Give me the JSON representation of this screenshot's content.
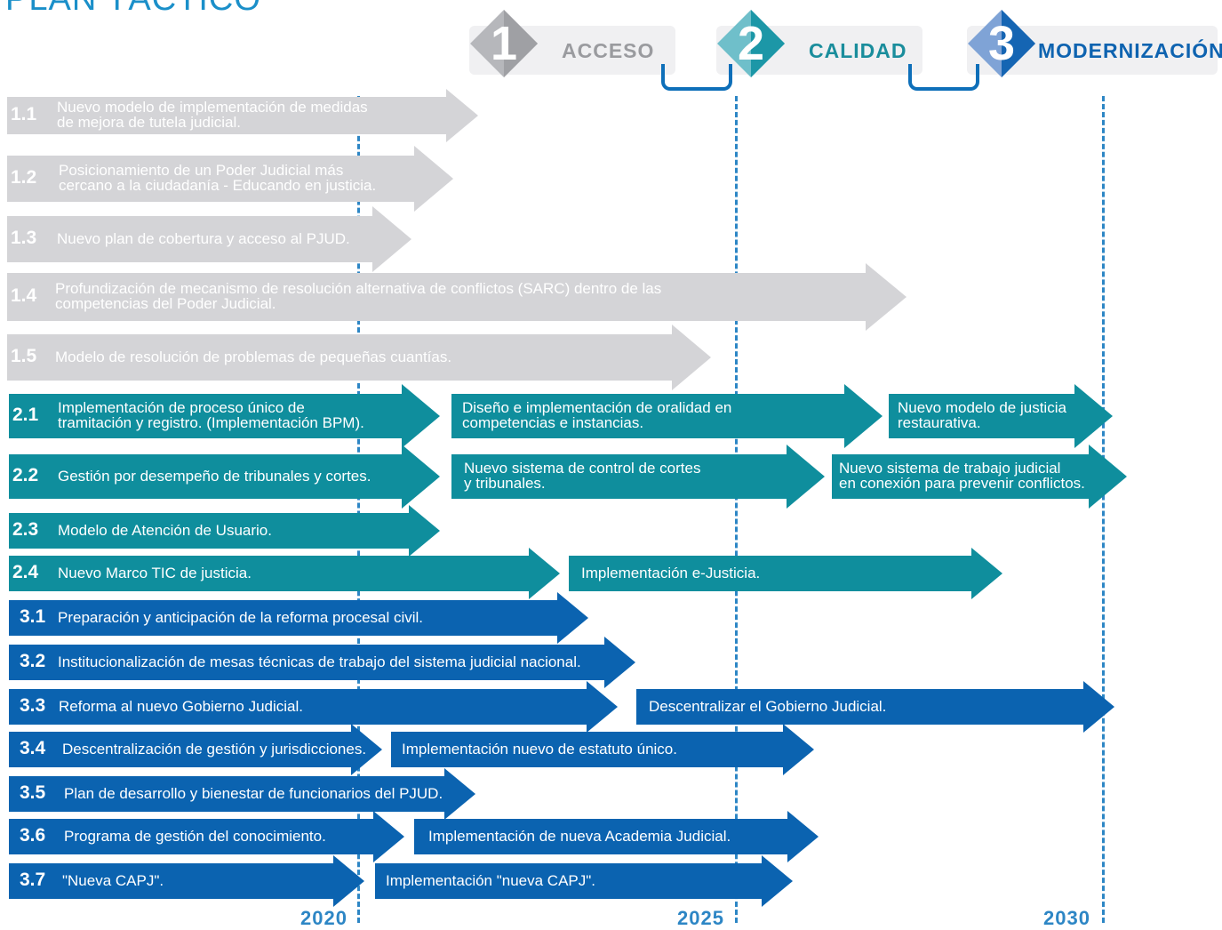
{
  "title": "PLAN TÁCTICO",
  "axes": {
    "2020": "2020",
    "2025": "2025",
    "2030": "2030"
  },
  "axes_list": [
    "2020",
    "2025",
    "2030"
  ],
  "pillars": [
    {
      "number": "1",
      "label": "ACCESO",
      "color": "#b6b7bb",
      "text_color": "#9a9b9f"
    },
    {
      "number": "2",
      "label": "CALIDAD",
      "color": "#1c97a7",
      "text_color": "#1a8d9c"
    },
    {
      "number": "3",
      "label": "MODERNIZACIÓN",
      "color": "#1565b3",
      "text_color": "#0e63b0"
    }
  ],
  "colors": {
    "gray": "#d4d4d7",
    "teal": "#0f8e9d",
    "blue": "#0b63b0",
    "year": "#2d86c5"
  },
  "rows": [
    {
      "num": "1.1",
      "segments": [
        "Nuevo modelo de implementación de medidas\nde mejora de tutela judicial."
      ]
    },
    {
      "num": "1.2",
      "segments": [
        "Posicionamiento de un Poder Judicial más\ncercano a la ciudadanía - Educando en justicia."
      ]
    },
    {
      "num": "1.3",
      "segments": [
        "Nuevo plan de cobertura y acceso al PJUD."
      ]
    },
    {
      "num": "1.4",
      "segments": [
        "Profundización de mecanismo de resolución alternativa de conflictos (SARC) dentro de las\ncompetencias del Poder Judicial."
      ]
    },
    {
      "num": "1.5",
      "segments": [
        "Modelo de resolución de problemas de pequeñas cuantías."
      ]
    },
    {
      "num": "2.1",
      "segments": [
        "Implementación de proceso único de\ntramitación y registro. (Implementación BPM).",
        "Diseño e implementación de oralidad en\ncompetencias e instancias.",
        "Nuevo modelo de justicia\nrestaurativa."
      ]
    },
    {
      "num": "2.2",
      "segments": [
        "Gestión por desempeño de tribunales y cortes.",
        "Nuevo sistema de control de cortes\ny tribunales.",
        "Nuevo sistema de trabajo judicial\nen conexión para prevenir conflictos."
      ]
    },
    {
      "num": "2.3",
      "segments": [
        "Modelo de Atención de Usuario."
      ]
    },
    {
      "num": "2.4",
      "segments": [
        "Nuevo Marco TIC de justicia.",
        "Implementación e-Justicia."
      ]
    },
    {
      "num": "3.1",
      "segments": [
        "Preparación y anticipación de la reforma procesal civil."
      ]
    },
    {
      "num": "3.2",
      "segments": [
        "Institucionalización de mesas técnicas de trabajo del sistema judicial nacional."
      ]
    },
    {
      "num": "3.3",
      "segments": [
        "Reforma al nuevo Gobierno Judicial.",
        "Descentralizar el Gobierno Judicial."
      ]
    },
    {
      "num": "3.4",
      "segments": [
        "Descentralización de gestión y jurisdicciones.",
        "Implementación nuevo de estatuto único."
      ]
    },
    {
      "num": "3.5",
      "segments": [
        "Plan de desarrollo y bienestar de funcionarios del PJUD."
      ]
    },
    {
      "num": "3.6",
      "segments": [
        "Programa de gestión del conocimiento.",
        "Implementación de nueva Academia Judicial."
      ]
    },
    {
      "num": "3.7",
      "segments": [
        "\"Nueva CAPJ\".",
        "Implementación \"nueva CAPJ\"."
      ]
    }
  ]
}
